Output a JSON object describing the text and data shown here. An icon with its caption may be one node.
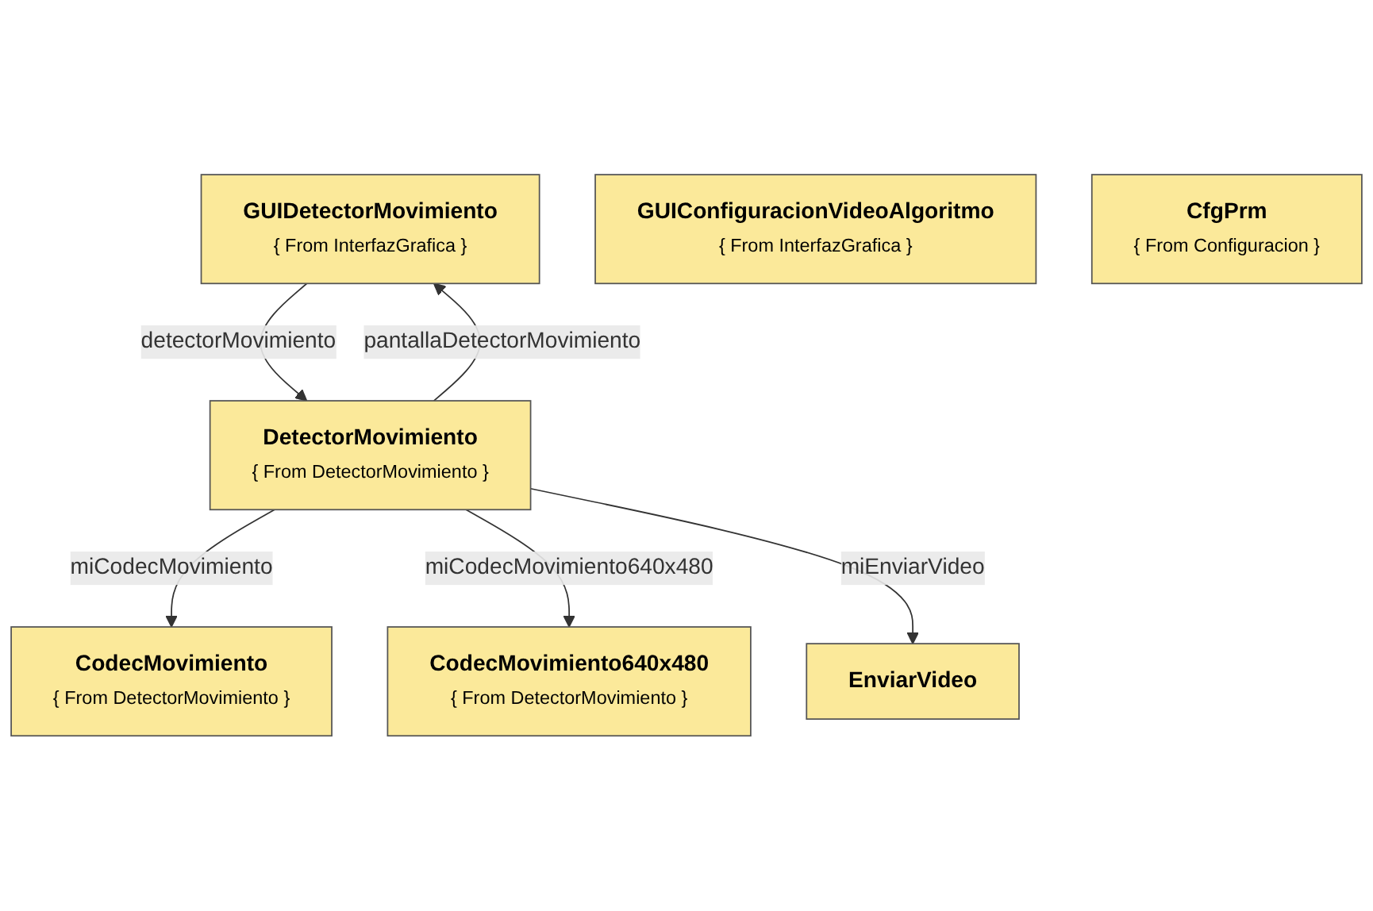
{
  "diagram": {
    "nodes": [
      {
        "text": [
          "GUIDetectorMovimiento",
          "{ From InterfazGrafica }"
        ]
      },
      {
        "text": [
          "GUIConfiguracionVideoAlgoritmo",
          "{ From InterfazGrafica }"
        ]
      },
      {
        "text": [
          "CfgPrm",
          "{ From Configuracion }"
        ]
      },
      {
        "text": [
          "CodecMovimiento",
          "{ From DetectorMovimiento }"
        ]
      },
      {
        "text": [
          "DetectorMovimiento",
          "{ From DetectorMovimiento }"
        ]
      },
      {
        "text": [
          "CodecMovimiento640x480",
          "{ From DetectorMovimiento }"
        ]
      },
      {
        "text": [
          "EnviarVideo"
        ]
      }
    ],
    "edges": [
      {
        "from": 0,
        "to": 4,
        "arrow": "to",
        "label": "detectorMovimiento"
      },
      {
        "from": 4,
        "to": 0,
        "arrow": "to",
        "label": "pantallaDetectorMovimiento"
      },
      {
        "from": 4,
        "to": 3,
        "arrow": "to",
        "label": "miCodecMovimiento"
      },
      {
        "from": 4,
        "to": 5,
        "arrow": "to",
        "label": "miCodecMovimiento640x480"
      },
      {
        "from": 4,
        "to": 6,
        "arrow": "to",
        "label": "miEnviarVideo"
      }
    ]
  }
}
